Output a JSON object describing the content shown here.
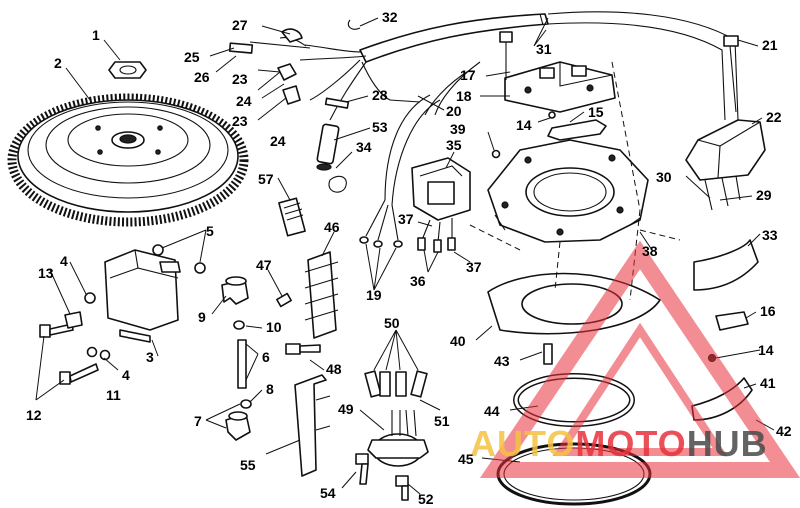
{
  "diagram": {
    "callouts": [
      {
        "id": "c1",
        "label": "1"
      },
      {
        "id": "c2",
        "label": "2"
      },
      {
        "id": "c3",
        "label": "3"
      },
      {
        "id": "c4a",
        "label": "4"
      },
      {
        "id": "c4b",
        "label": "4"
      },
      {
        "id": "c5",
        "label": "5"
      },
      {
        "id": "c6",
        "label": "6"
      },
      {
        "id": "c7",
        "label": "7"
      },
      {
        "id": "c8",
        "label": "8"
      },
      {
        "id": "c9",
        "label": "9"
      },
      {
        "id": "c10",
        "label": "10"
      },
      {
        "id": "c11",
        "label": "11"
      },
      {
        "id": "c12",
        "label": "12"
      },
      {
        "id": "c13",
        "label": "13"
      },
      {
        "id": "c14a",
        "label": "14"
      },
      {
        "id": "c14b",
        "label": "14"
      },
      {
        "id": "c15",
        "label": "15"
      },
      {
        "id": "c16",
        "label": "16"
      },
      {
        "id": "c17",
        "label": "17"
      },
      {
        "id": "c18",
        "label": "18"
      },
      {
        "id": "c19",
        "label": "19"
      },
      {
        "id": "c20",
        "label": "20"
      },
      {
        "id": "c21",
        "label": "21"
      },
      {
        "id": "c22",
        "label": "22"
      },
      {
        "id": "c23a",
        "label": "23"
      },
      {
        "id": "c23b",
        "label": "23"
      },
      {
        "id": "c24a",
        "label": "24"
      },
      {
        "id": "c24b",
        "label": "24"
      },
      {
        "id": "c25",
        "label": "25"
      },
      {
        "id": "c26",
        "label": "26"
      },
      {
        "id": "c27",
        "label": "27"
      },
      {
        "id": "c28",
        "label": "28"
      },
      {
        "id": "c29",
        "label": "29"
      },
      {
        "id": "c30",
        "label": "30"
      },
      {
        "id": "c31",
        "label": "31"
      },
      {
        "id": "c32",
        "label": "32"
      },
      {
        "id": "c33",
        "label": "33"
      },
      {
        "id": "c34",
        "label": "34"
      },
      {
        "id": "c35",
        "label": "35"
      },
      {
        "id": "c36",
        "label": "36"
      },
      {
        "id": "c37a",
        "label": "37"
      },
      {
        "id": "c37b",
        "label": "37"
      },
      {
        "id": "c38",
        "label": "38"
      },
      {
        "id": "c39",
        "label": "39"
      },
      {
        "id": "c40",
        "label": "40"
      },
      {
        "id": "c41",
        "label": "41"
      },
      {
        "id": "c42",
        "label": "42"
      },
      {
        "id": "c43",
        "label": "43"
      },
      {
        "id": "c44",
        "label": "44"
      },
      {
        "id": "c45",
        "label": "45"
      },
      {
        "id": "c46",
        "label": "46"
      },
      {
        "id": "c47",
        "label": "47"
      },
      {
        "id": "c48",
        "label": "48"
      },
      {
        "id": "c49",
        "label": "49"
      },
      {
        "id": "c50",
        "label": "50"
      },
      {
        "id": "c51",
        "label": "51"
      },
      {
        "id": "c52",
        "label": "52"
      },
      {
        "id": "c53",
        "label": "53"
      },
      {
        "id": "c54",
        "label": "54"
      },
      {
        "id": "c55",
        "label": "55"
      },
      {
        "id": "c57",
        "label": "57"
      }
    ]
  },
  "watermark": {
    "text": "AUTOMOTOHUB",
    "colors": {
      "auto": "#f5c242",
      "moto": "#e8323c",
      "hub": "#4a4a4a",
      "triangle": "#e8323c"
    }
  }
}
